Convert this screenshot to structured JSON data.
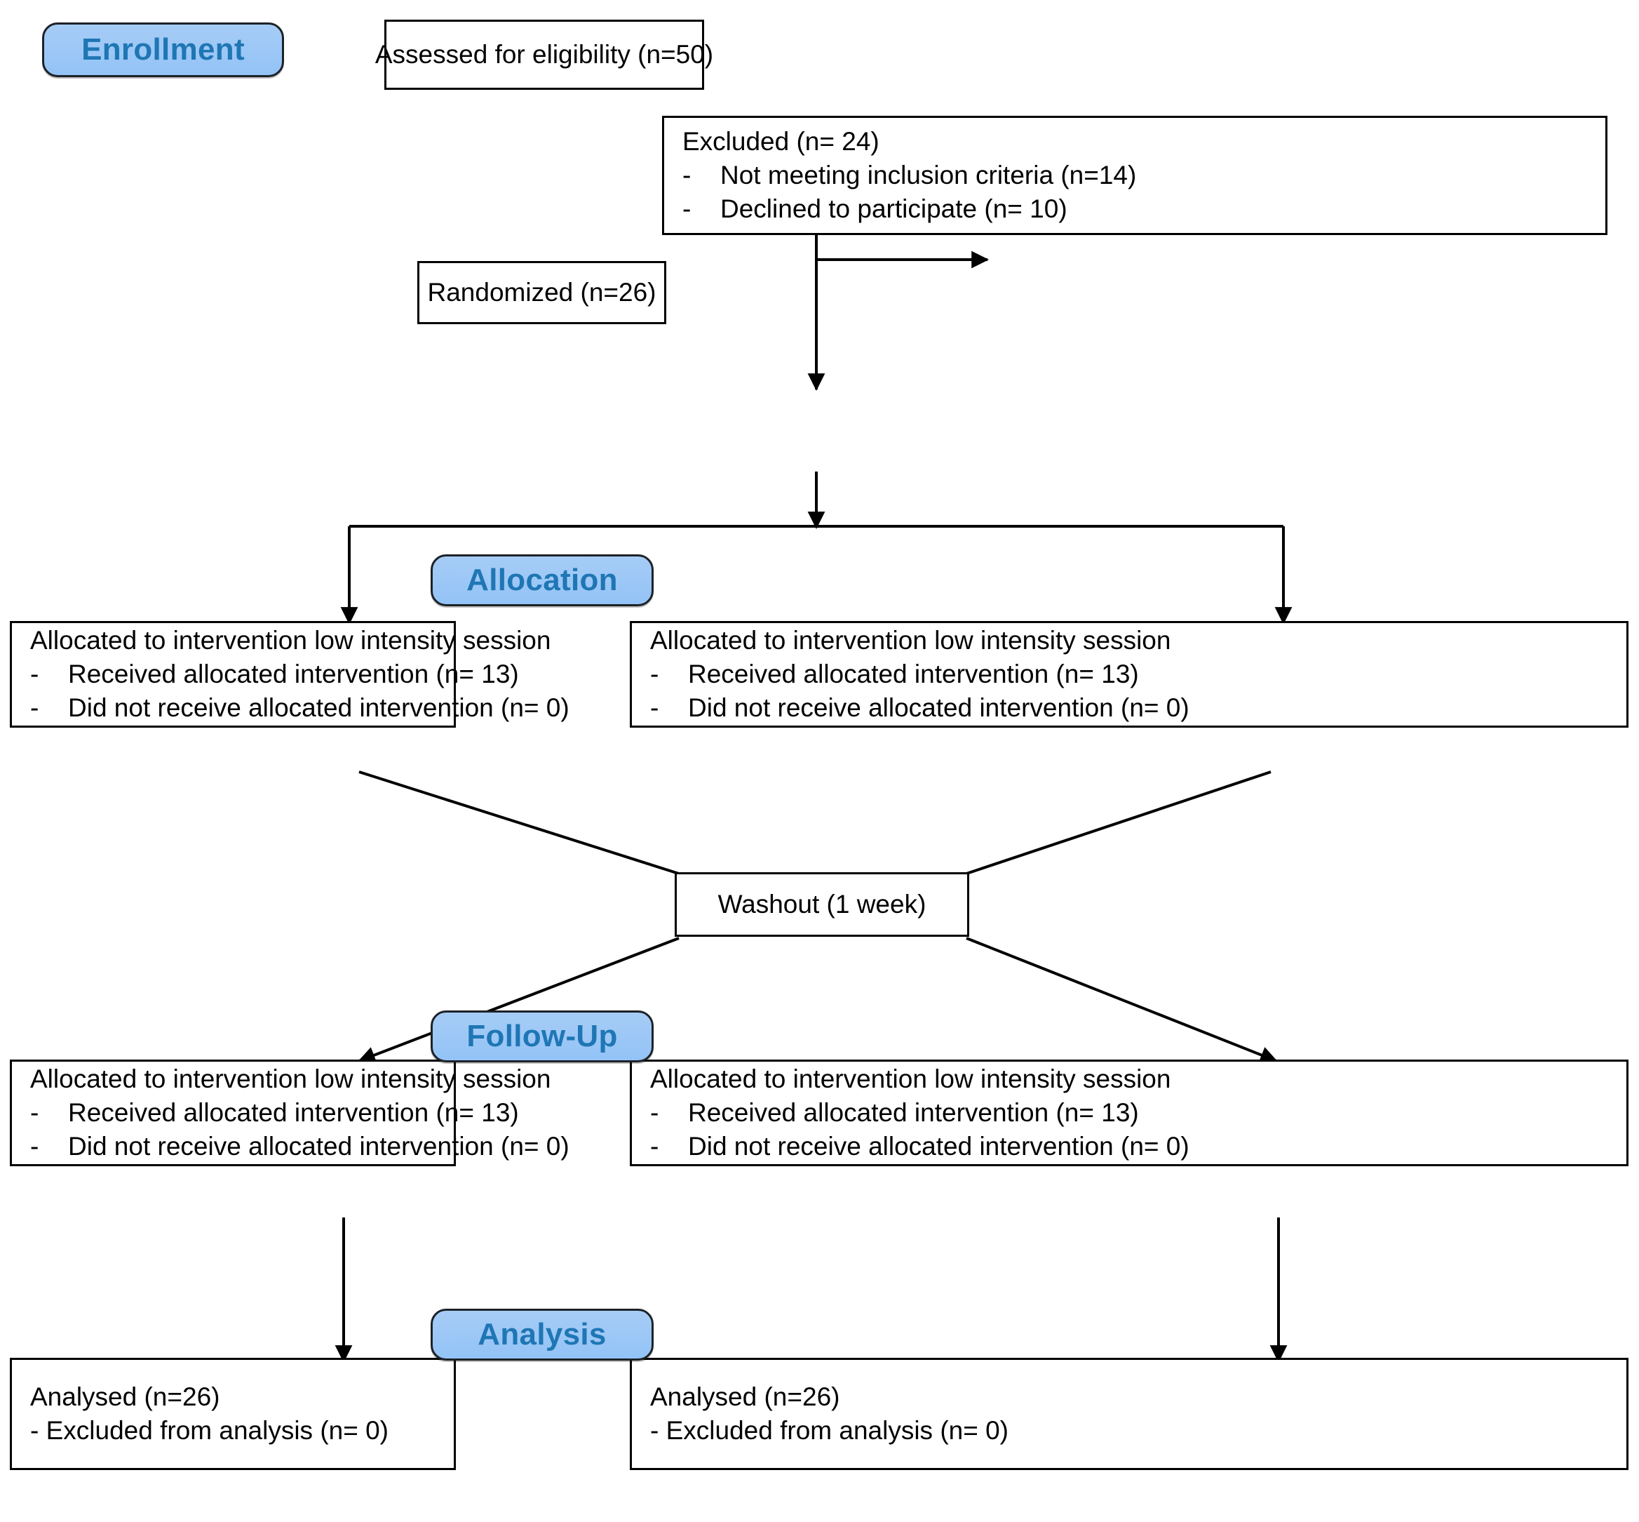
{
  "diagram": {
    "title": "CONSORT Flow Diagram",
    "accent_blue_fill": "#a6ccf5",
    "accent_blue_text": "#1f76b4",
    "line_color": "#000000",
    "box_fill": "#ffffff"
  },
  "stages": [
    {
      "id": "enrollment",
      "label": "Enrollment"
    },
    {
      "id": "allocation",
      "label": "Allocation"
    },
    {
      "id": "follow-up",
      "label": "Follow-Up"
    },
    {
      "id": "analysis",
      "label": "Analysis"
    }
  ],
  "nodes": {
    "assessed": {
      "lines": [
        "Assessed for eligibility (n=50)"
      ]
    },
    "excluded": {
      "heading": "Excluded (n= 24)",
      "bullets": [
        "Not meeting inclusion criteria (n=14)",
        "Declined to participate (n= 10)"
      ],
      "bullet_marker": "-"
    },
    "randomized": {
      "lines": [
        "Randomized (n=26)"
      ]
    },
    "allocation_left": {
      "heading": "Allocated to intervention low intensity session",
      "bullets": [
        "Received allocated intervention (n= 13)",
        "Did not receive allocated intervention (n= 0)"
      ],
      "bullet_marker": "-"
    },
    "allocation_right": {
      "heading": "Allocated to intervention low intensity session",
      "bullets": [
        "Received allocated intervention (n= 13)",
        "Did not receive allocated intervention (n= 0)"
      ],
      "bullet_marker": "-"
    },
    "washout": {
      "lines": [
        "Washout (1 week)"
      ]
    },
    "followup_left": {
      "heading": "Allocated to intervention low intensity session",
      "bullets": [
        "Received allocated intervention (n= 13)",
        "Did not receive allocated intervention (n= 0)"
      ],
      "bullet_marker": "-"
    },
    "followup_right": {
      "heading": "Allocated to intervention low intensity session",
      "bullets": [
        "Received allocated intervention (n= 13)",
        "Did not receive allocated intervention (n= 0)"
      ],
      "bullet_marker": "-"
    },
    "analysis_left": {
      "heading": "Analysed (n=26)",
      "sub": "- Excluded from analysis (n= 0)"
    },
    "analysis_right": {
      "heading": "Analysed (n=26)",
      "sub": "- Excluded from analysis (n= 0)"
    }
  }
}
